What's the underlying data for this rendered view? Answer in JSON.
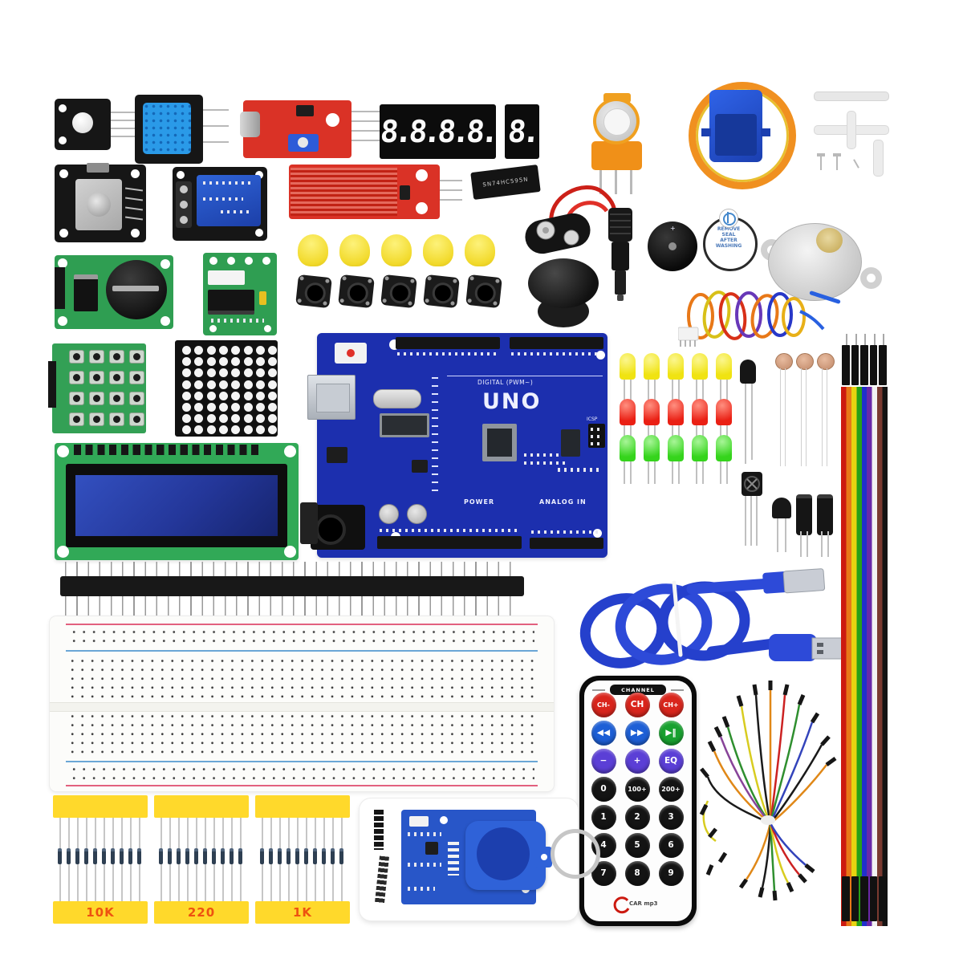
{
  "page": {
    "description": "Arduino UNO starter kit components flat-lay on white background"
  },
  "colors": {
    "arduino_blue": "#1c2fae",
    "pcb_red": "#da3226",
    "pcb_green": "#31a957",
    "tape_yellow": "#ffd92b",
    "servo_blue": "#1f4fd0"
  },
  "arduino": {
    "model": "UNO",
    "digital": "DIGITAL (PWM~)",
    "power": "POWER",
    "analog": "ANALOG IN",
    "icsp": "ICSP"
  },
  "seven_segment": {
    "four_digit": "8.8.8.8.",
    "single_digit": "8."
  },
  "ic_chip": {
    "marking": "SN74HC595N"
  },
  "buzzer_sticker": {
    "line1": "REMOVE",
    "line2": "SEAL",
    "line3": "AFTER",
    "line4": "WASHING"
  },
  "resistor_packs": [
    {
      "label": "10K"
    },
    {
      "label": "220"
    },
    {
      "label": "1K"
    }
  ],
  "led_rows": [
    {
      "color": "#f0e312",
      "light": "#fbf68f",
      "count": 5
    },
    {
      "color": "#ea2014",
      "light": "#ff8f80",
      "count": 5
    },
    {
      "color": "#35d41c",
      "light": "#a8f598",
      "count": 5
    }
  ],
  "photoresistors": {
    "count": 3
  },
  "button_caps": {
    "count": 5
  },
  "tactile_buttons": {
    "count": 5
  },
  "dot_matrix": {
    "rows": 8,
    "cols": 8
  },
  "keypad": {
    "rows": 4,
    "cols": 4
  },
  "ribbon_cable": {
    "colors": [
      "#cc1a10",
      "#e87818",
      "#e8d410",
      "#28a018",
      "#2030cc",
      "#6a28a8",
      "#f2f2f2",
      "#7a3a30",
      "#141414"
    ],
    "connector_count": 5
  },
  "remote": {
    "header": "CHANNEL",
    "brand": "CAR mp3",
    "buttons": [
      {
        "label": "CH-",
        "color": "#d9251c"
      },
      {
        "label": "CH",
        "color": "#d9251c"
      },
      {
        "label": "CH+",
        "color": "#d9251c"
      },
      {
        "label": "◀◀",
        "color": "#1d5fd6"
      },
      {
        "label": "▶▶",
        "color": "#1d5fd6"
      },
      {
        "label": "▶‖",
        "color": "#18a12f"
      },
      {
        "label": "−",
        "color": "#5b3fd6"
      },
      {
        "label": "+",
        "color": "#5b3fd6"
      },
      {
        "label": "EQ",
        "color": "#5b3fd6"
      },
      {
        "label": "0",
        "color": "#141414"
      },
      {
        "label": "100+",
        "color": "#141414"
      },
      {
        "label": "200+",
        "color": "#141414"
      },
      {
        "label": "1",
        "color": "#141414"
      },
      {
        "label": "2",
        "color": "#141414"
      },
      {
        "label": "3",
        "color": "#141414"
      },
      {
        "label": "4",
        "color": "#141414"
      },
      {
        "label": "5",
        "color": "#141414"
      },
      {
        "label": "6",
        "color": "#141414"
      },
      {
        "label": "7",
        "color": "#141414"
      },
      {
        "label": "8",
        "color": "#141414"
      },
      {
        "label": "9",
        "color": "#141414"
      }
    ]
  }
}
